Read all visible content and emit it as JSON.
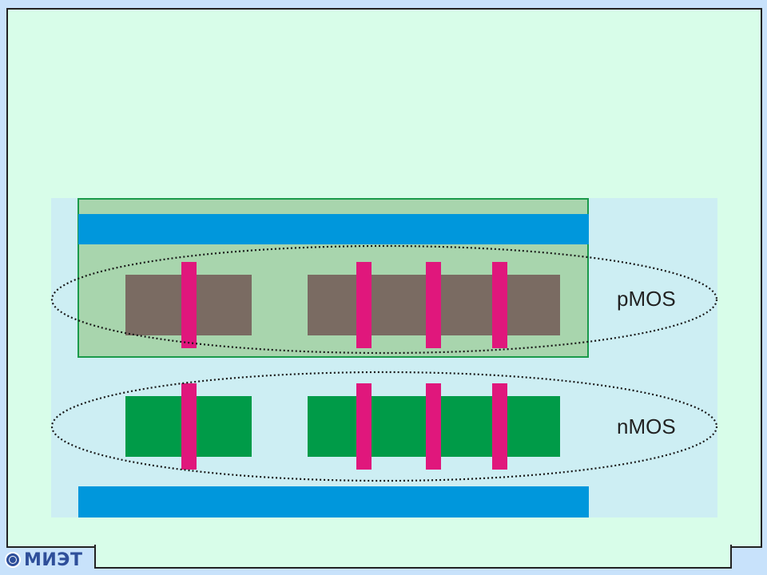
{
  "labels": {
    "pmos": "pMOS",
    "nmos": "nMOS"
  },
  "logo": {
    "text": "МИЭТ",
    "icon": "miet-logo-icon"
  },
  "colors": {
    "page_background": "#c8e2fb",
    "slide_background": "#d8fde9",
    "layout_background": "#cdeef3",
    "n_well": "#a8d5ad",
    "n_well_border": "#1a9a4a",
    "metal_rail": "#0097dc",
    "p_diffusion": "#7a6b62",
    "n_diffusion": "#009b48",
    "polysilicon": "#e0177c",
    "group_outline": "#1a1a1a"
  }
}
